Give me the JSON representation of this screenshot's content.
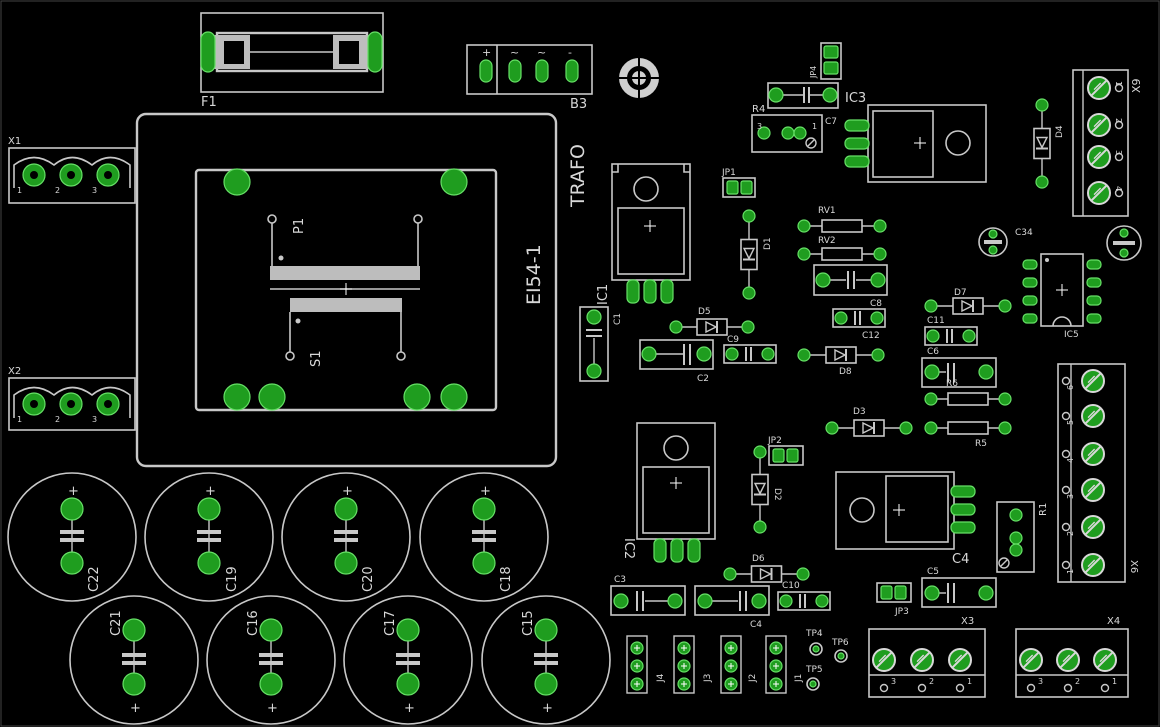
{
  "board": {
    "background": "#000000",
    "silkscreen_color": "#c8c8c8",
    "pad_color": "#1f9d1f"
  },
  "labels": {
    "F1": "F1",
    "B3": "B3",
    "TRAFO": "TRAFO",
    "EI54": "EI54-1",
    "P1": "P1",
    "S1": "S1",
    "X1": "X1",
    "X2": "X2",
    "X3": "X3",
    "X4": "X4",
    "X6": "X6",
    "X9": "X9",
    "IC1": "IC1",
    "IC2": "IC2",
    "IC3": "IC3",
    "IC4": "C4",
    "IC5": "IC5",
    "C1": "C1",
    "C2": "C2",
    "C3": "C3",
    "C4": "C4",
    "C5": "C5",
    "C6": "C6",
    "C7": "C7",
    "C8": "C8",
    "C9": "C9",
    "C10": "C10",
    "C11": "C11",
    "C12": "C12",
    "C34": "C34",
    "C15": "C15",
    "C16": "C16",
    "C17": "C17",
    "C18": "C18",
    "C19": "C19",
    "C20": "C20",
    "C21": "C21",
    "C22": "C22",
    "D1": "D1",
    "D2": "D2",
    "D3": "D3",
    "D4": "D4",
    "D5": "D5",
    "D6": "D6",
    "D7": "D7",
    "D8": "D8",
    "R1": "R1",
    "R4": "R4",
    "R5": "R5",
    "R6": "R6",
    "RV1": "RV1",
    "RV2": "RV2",
    "JP1": "JP1",
    "JP2": "JP2",
    "JP3": "JP3",
    "JP4": "JP4",
    "J1": "J1",
    "J2": "J2",
    "J3": "J3",
    "J4": "J4",
    "TP4": "TP4",
    "TP5": "TP5",
    "TP6": "TP6"
  },
  "pin_numbers": {
    "p1": "1",
    "p2": "2",
    "p3": "3",
    "p4": "4",
    "p5": "5",
    "p6": "6"
  },
  "polarity": {
    "plus": "+",
    "minus": "-",
    "tilde": "~"
  }
}
